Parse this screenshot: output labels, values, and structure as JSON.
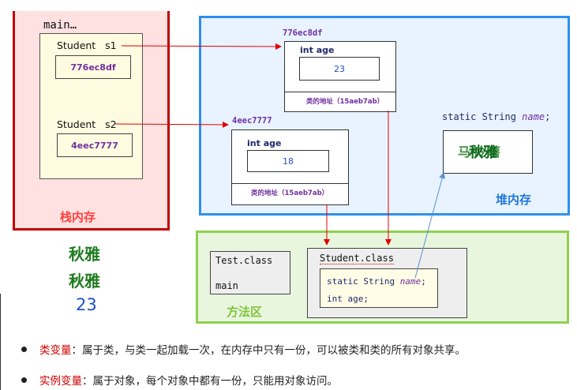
{
  "stack": {
    "title": "栈内存",
    "frame_label": "main…",
    "s1_label": "Student   s1",
    "s1_value": "776ec8df",
    "s2_label": "Student   s2",
    "s2_value": "4eec7777"
  },
  "heap": {
    "title": "堆内存",
    "obj1": {
      "address": "776ec8df",
      "field_label": "int age",
      "field_value": "23",
      "class_addr": "类的地址（15aeb7ab）"
    },
    "obj2": {
      "address": "4eec7777",
      "field_label": "int age",
      "field_value": "18",
      "class_addr": "类的地址（15aeb7ab）"
    },
    "static_decl": {
      "prefix": "static String ",
      "name": "name",
      "suffix": ";"
    },
    "static_value_back": "马铃薯",
    "static_value_front": "秋雅"
  },
  "method_area": {
    "title": "方法区",
    "test_class": "Test.class",
    "test_main": "main",
    "student_class": "Student.class",
    "member1": {
      "prefix": "static String ",
      "name": "name",
      "suffix": ";"
    },
    "member2": "int age;"
  },
  "outputs": [
    "秋雅",
    "秋雅",
    "23"
  ],
  "bullets": [
    {
      "term": "类变量",
      "text": "：属于类，与类一起加载一次，在内存中只有一份，可以被类和类的所有对象共享。"
    },
    {
      "term": "实例变量",
      "text": "：属于对象，每个对象中都有一份，只能用对象访问。"
    }
  ],
  "colors": {
    "stack_border": "#c00000",
    "stack_fill": "#ffe1e1",
    "heap_border": "#2e8ff0",
    "heap_fill": "#e8f3ff",
    "method_border": "#8fd14f",
    "method_fill": "#e9f6de",
    "arrow_red": "#e00000",
    "arrow_blue": "#5b8fd0"
  }
}
